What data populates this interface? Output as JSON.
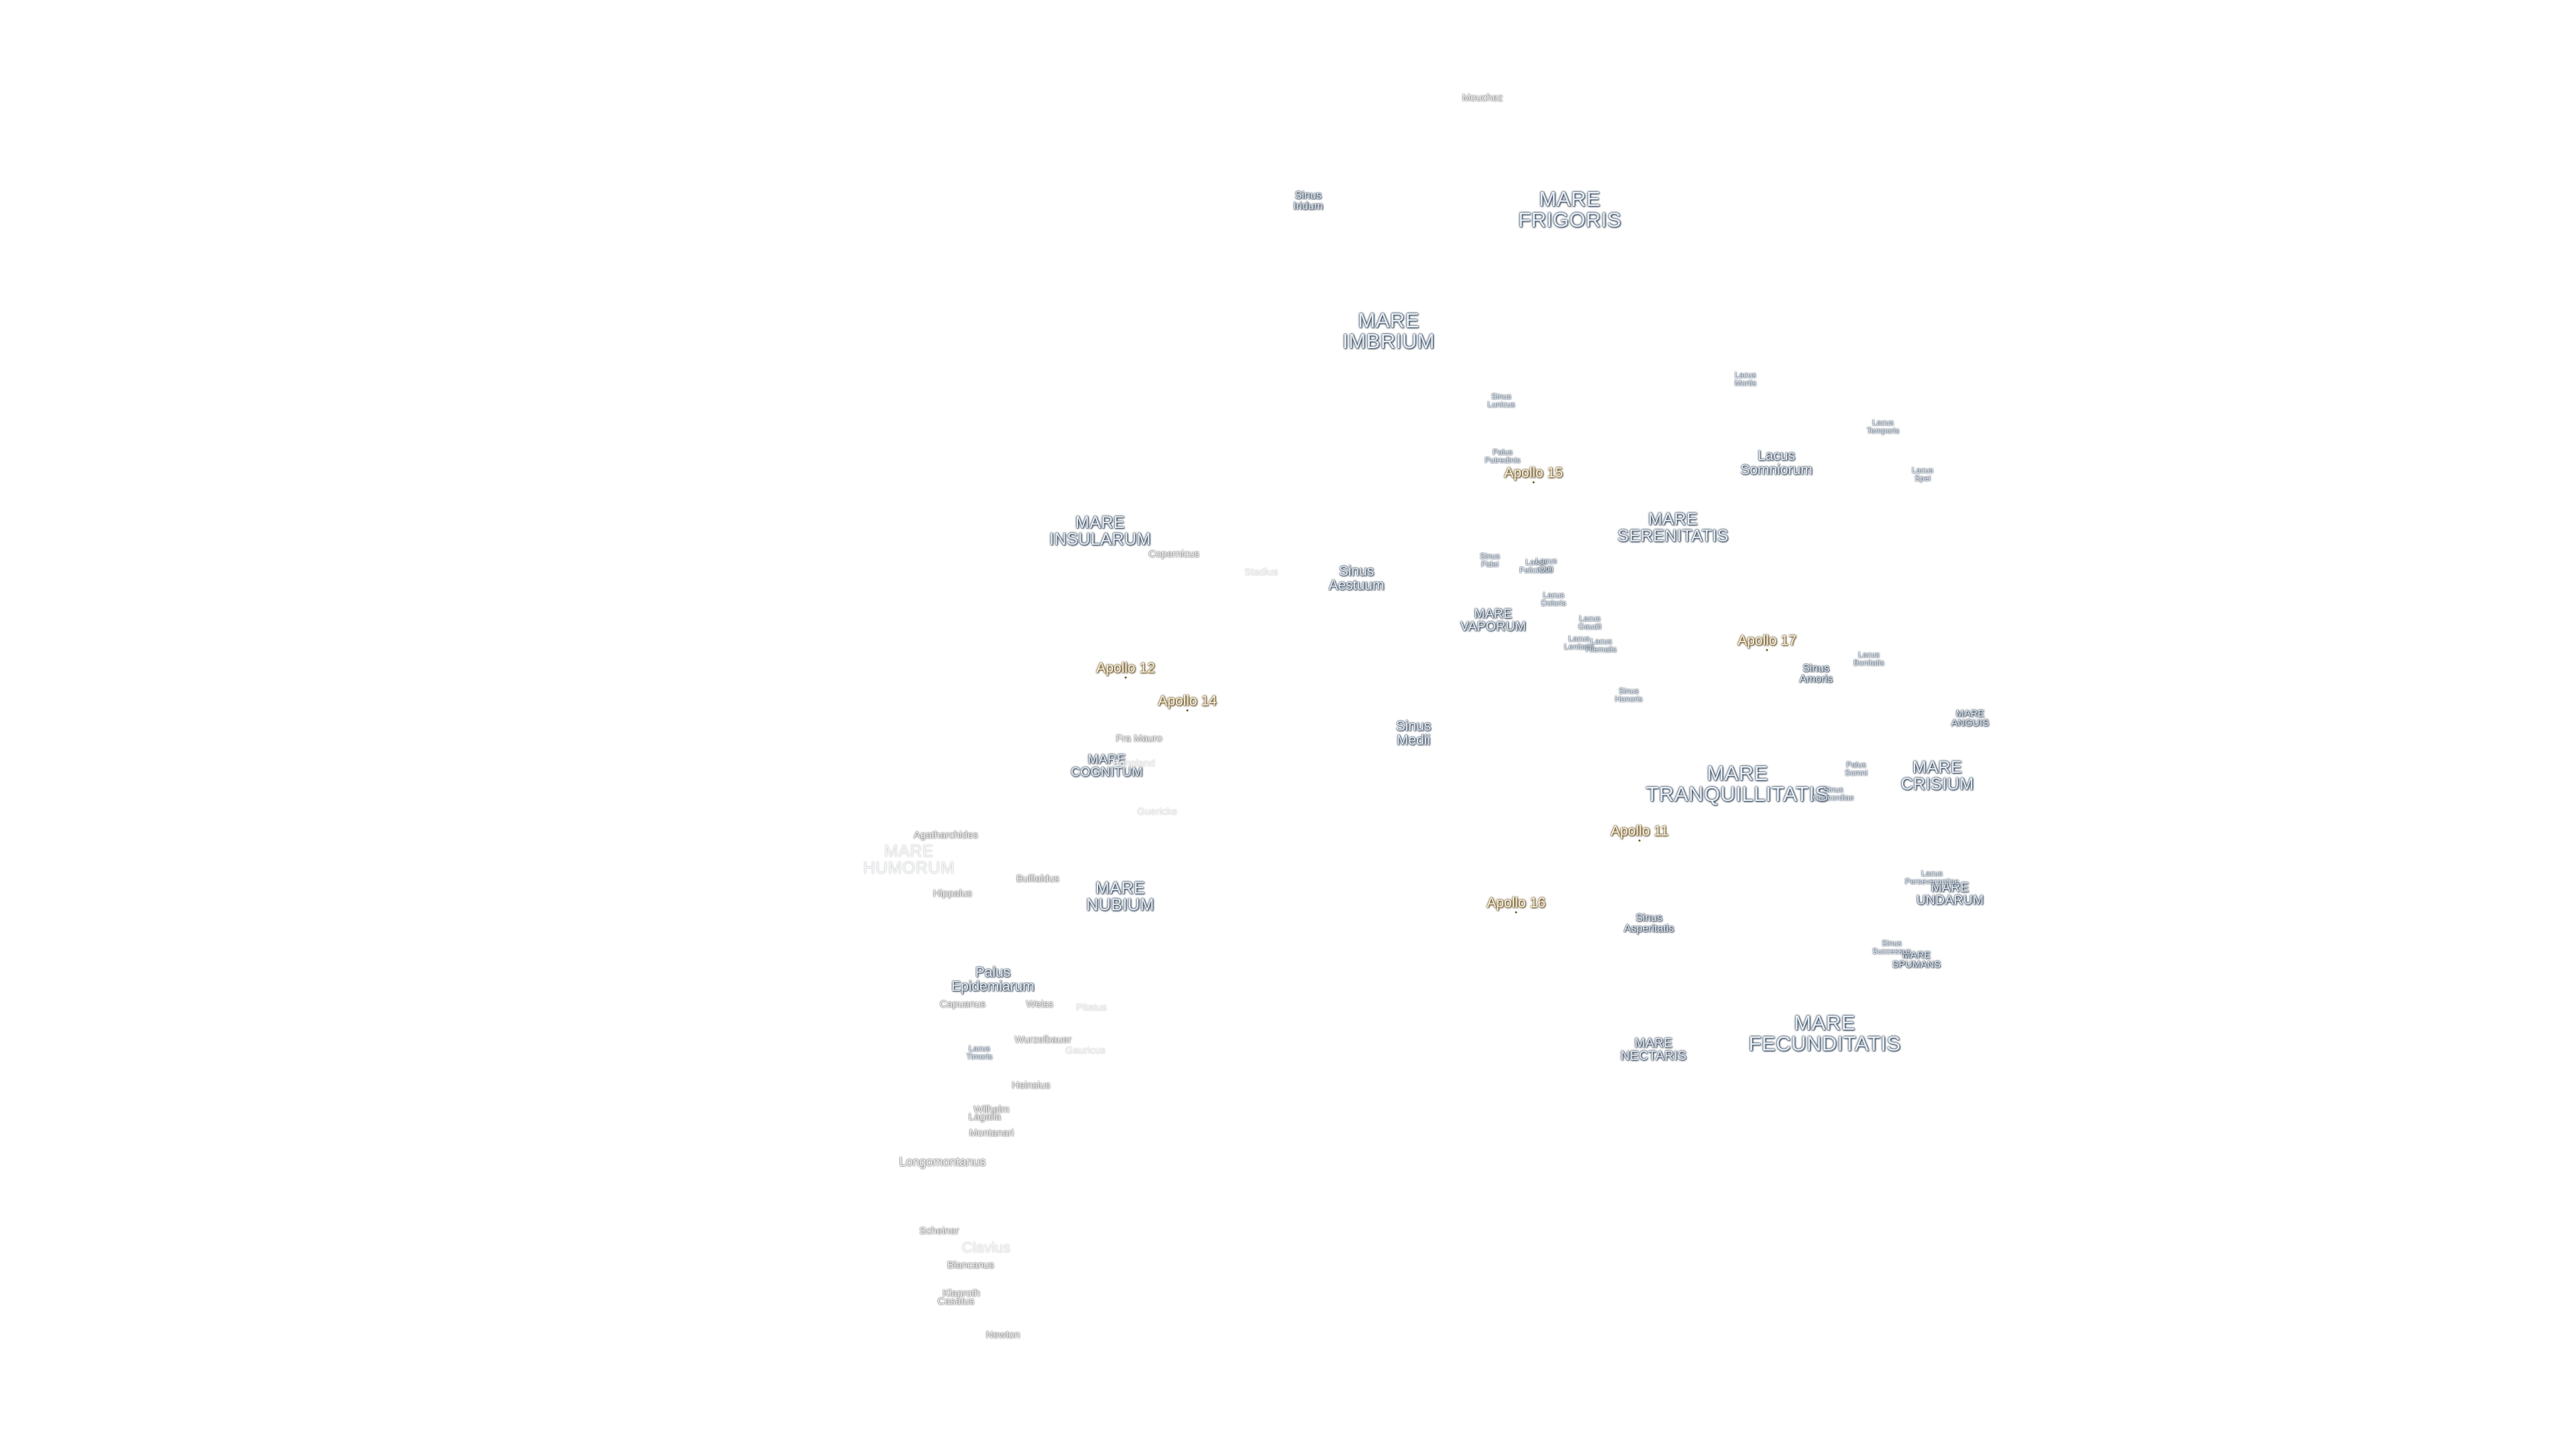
{
  "map": {
    "maria": [
      {
        "label": "MARE\nFRIGORIS",
        "size": "lg"
      },
      {
        "label": "MARE\nIMBRIUM",
        "size": "lg"
      },
      {
        "label": "MARE\nSERENITATIS",
        "size": "md"
      },
      {
        "label": "MARE\nINSULARUM",
        "size": "md"
      },
      {
        "label": "MARE\nVAPORUM",
        "size": "sm"
      },
      {
        "label": "MARE\nCOGNITUM",
        "size": "sm"
      },
      {
        "label": "MARE\nHUMORUM",
        "size": "md",
        "faint": true
      },
      {
        "label": "MARE\nNUBIUM",
        "size": "md"
      },
      {
        "label": "MARE\nTRANQUILLITATIS",
        "size": "lg"
      },
      {
        "label": "MARE\nCRISIUM",
        "size": "md"
      },
      {
        "label": "MARE\nANGUIS",
        "size": "xs"
      },
      {
        "label": "MARE\nUNDARUM",
        "size": "sm"
      },
      {
        "label": "MARE\nSPUMANS",
        "size": "xs"
      },
      {
        "label": "MARE\nNECTARIS",
        "size": "sm"
      },
      {
        "label": "MARE\nFECUNDITATIS",
        "size": "lg"
      }
    ],
    "features": [
      {
        "label": "Sinus\nIridum",
        "size": "sm"
      },
      {
        "label": "Sinus\nLunicus",
        "size": "xs"
      },
      {
        "label": "Lacus\nMortis",
        "size": "xs"
      },
      {
        "label": "Lacus\nTemporis",
        "size": "xs"
      },
      {
        "label": "Palus\nPutredinis",
        "size": "xs"
      },
      {
        "label": "Lacus\nSomniorum",
        "size": "md"
      },
      {
        "label": "Lacus\nSpei",
        "size": "xs"
      },
      {
        "label": "Sinus\nAestuum",
        "size": "md"
      },
      {
        "label": "Sinus\nFidei",
        "size": "xs"
      },
      {
        "label": "Lacus\nFelicitatis",
        "size": "xs"
      },
      {
        "label": "Lacus\nOdii",
        "size": "xs"
      },
      {
        "label": "Lacus\nDoloris",
        "size": "xs"
      },
      {
        "label": "Lacus\nGaudii",
        "size": "xs"
      },
      {
        "label": "Lacus\nLenitatis",
        "size": "xs"
      },
      {
        "label": "Lacus\nHiemalis",
        "size": "xs"
      },
      {
        "label": "Sinus\nHonoris",
        "size": "xs"
      },
      {
        "label": "Sinus\nAmoris",
        "size": "sm"
      },
      {
        "label": "Lacus\nBonitatis",
        "size": "xs"
      },
      {
        "label": "Sinus\nMedii",
        "size": "md"
      },
      {
        "label": "Palus\nSomni",
        "size": "xs"
      },
      {
        "label": "Sinus\nConcordiae",
        "size": "xs"
      },
      {
        "label": "Lacus\nPerseverantiae",
        "size": "xs"
      },
      {
        "label": "Sinus\nAsperitatis",
        "size": "sm"
      },
      {
        "label": "Sinus\nSuccessus",
        "size": "xs"
      },
      {
        "label": "Palus\nEpidemiarum",
        "size": "md"
      },
      {
        "label": "Lacus\nTimoris",
        "size": "xs"
      }
    ],
    "craters": [
      {
        "label": "Mouchez",
        "faint": false
      },
      {
        "label": "Copernicus",
        "faint": false
      },
      {
        "label": "Stadius",
        "faint": true
      },
      {
        "label": "Fra Mauro",
        "faint": false
      },
      {
        "label": "Bonpland",
        "faint": true
      },
      {
        "label": "Guericke",
        "faint": true
      },
      {
        "label": "Agatharchides",
        "faint": false
      },
      {
        "label": "Bullialdus",
        "faint": false
      },
      {
        "label": "Hippalus",
        "faint": false
      },
      {
        "label": "Capuanus",
        "faint": false
      },
      {
        "label": "Weiss",
        "faint": false
      },
      {
        "label": "Pitatus",
        "faint": true
      },
      {
        "label": "Wurzelbauer",
        "faint": false
      },
      {
        "label": "Gauricus",
        "faint": true
      },
      {
        "label": "Heinsius",
        "faint": false
      },
      {
        "label": "Wilhelm",
        "faint": false
      },
      {
        "label": "Longomontanus",
        "faint": false
      },
      {
        "label": "Montanari",
        "faint": false
      },
      {
        "label": "Lagalla",
        "faint": false
      },
      {
        "label": "Scheiner",
        "faint": false
      },
      {
        "label": "Clavius",
        "faint": true
      },
      {
        "label": "Blancanus",
        "faint": false
      },
      {
        "label": "Klaproth",
        "faint": false
      },
      {
        "label": "Casatus",
        "faint": false
      },
      {
        "label": "Newton",
        "faint": false
      }
    ],
    "landing_sites": [
      {
        "label": "Apollo 15"
      },
      {
        "label": "Apollo 17"
      },
      {
        "label": "Apollo 12"
      },
      {
        "label": "Apollo 14"
      },
      {
        "label": "Apollo 11"
      },
      {
        "label": "Apollo 16"
      }
    ]
  }
}
